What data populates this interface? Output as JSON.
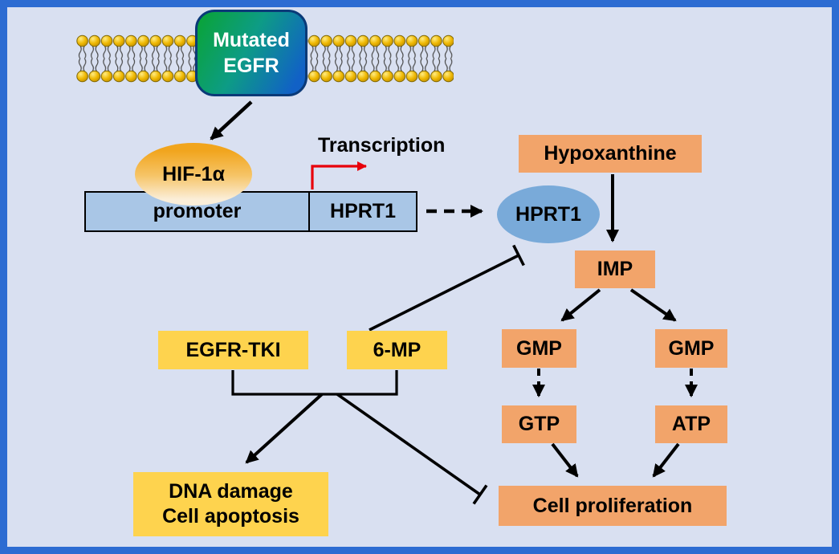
{
  "figure": {
    "type": "pathway-diagram",
    "background": "#d9e0f1",
    "frame_color": "#2d6cd2"
  },
  "colors": {
    "metabolite_box": "#f2a46a",
    "drug_box": "#fed34e",
    "gene_box": "#a9c6e6",
    "enzyme_ellipse": "#79aad9",
    "hif_ellipse_top": "#f1a51d",
    "receptor_green": "#0aa33c",
    "receptor_blue": "#1161c6",
    "membrane_head": "#efb803",
    "arrow": "#000000",
    "transcription_arrow": "#e8000b"
  },
  "nodes": {
    "receptor": {
      "line1": "Mutated",
      "line2": "EGFR"
    },
    "transcription_factor": {
      "label": "HIF-1α"
    },
    "transcription_label": {
      "label": "Transcription"
    },
    "promoter": {
      "label": "promoter"
    },
    "gene": {
      "label": "HPRT1"
    },
    "enzyme": {
      "label": "HPRT1"
    },
    "hypoxanthine": {
      "label": "Hypoxanthine"
    },
    "imp": {
      "label": "IMP"
    },
    "gmp_left": {
      "label": "GMP"
    },
    "gmp_right": {
      "label": "GMP"
    },
    "gtp": {
      "label": "GTP"
    },
    "atp": {
      "label": "ATP"
    },
    "egfr_tki": {
      "label": "EGFR-TKI"
    },
    "six_mp": {
      "label": "6-MP"
    },
    "dna_damage": {
      "line1": "DNA damage",
      "line2": "Cell apoptosis"
    },
    "cell_proliferation": {
      "label": "Cell proliferation"
    }
  }
}
